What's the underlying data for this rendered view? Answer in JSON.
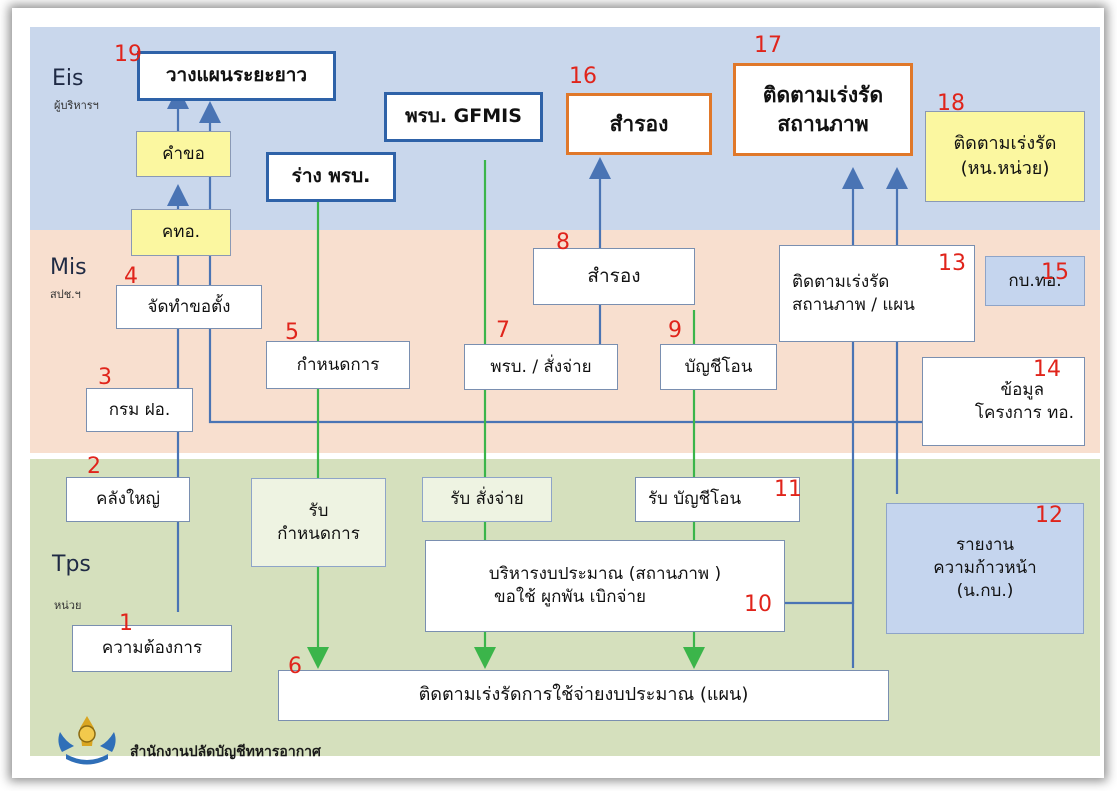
{
  "tiers": {
    "eis": {
      "name": "Eis",
      "sub": "ผู้บริหารฯ"
    },
    "mis": {
      "name": "Mis",
      "sub": "สปช.ฯ"
    },
    "tps": {
      "name": "Tps",
      "sub": "หน่วย"
    }
  },
  "boxes": {
    "b1": {
      "num": "1",
      "label": "ความต้องการ"
    },
    "b2": {
      "num": "2",
      "label": "คลังใหญ่"
    },
    "b3": {
      "num": "3",
      "label": "กรม ฝอ."
    },
    "b4": {
      "num": "4",
      "label": "จัดทำขอตั้ง"
    },
    "b5": {
      "num": "5",
      "label": "กำหนดการ"
    },
    "b6": {
      "num": "6",
      "label": "ติดตามเร่งรัดการใช้จ่ายงบประมาณ (แผน)"
    },
    "b7": {
      "num": "7",
      "label": "พรบ. / สั่งจ่าย"
    },
    "b8": {
      "num": "8",
      "label": "สำรอง"
    },
    "b9": {
      "num": "9",
      "label": "บัญชีโอน"
    },
    "b10": {
      "num": "10",
      "line1": "บริหารงบประมาณ (สถานภาพ )",
      "line2": "ขอใช้  ผูกพัน  เบิกจ่าย"
    },
    "b11": {
      "num": "11",
      "label": "รับ บัญชีโอน"
    },
    "b12": {
      "num": "12",
      "line1": "รายงาน",
      "line2": "ความก้าวหน้า",
      "line3": "(น.กบ.)"
    },
    "b13": {
      "num": "13",
      "line1": "ติดตามเร่งรัด",
      "line2": "สถานภาพ / แผน"
    },
    "b14": {
      "num": "14",
      "line1": "ข้อมูล",
      "line2": "โครงการ ทอ."
    },
    "b15": {
      "num": "15",
      "label": "กบ.ทอ."
    },
    "b16": {
      "num": "16",
      "label": "สำรอง"
    },
    "b17": {
      "num": "17",
      "line1": "ติดตามเร่งรัด",
      "line2": "สถานภาพ"
    },
    "b18": {
      "num": "18",
      "line1": "ติดตามเร่งรัด",
      "line2": "(หน.หน่วย)"
    },
    "b19": {
      "num": "19",
      "label": "วางแผนระยะยาว"
    },
    "kamkhor": {
      "label": "คำขอ"
    },
    "khortor": {
      "label": "คทอ."
    },
    "rang": {
      "label": "ร่าง พรบ."
    },
    "gfmis": {
      "label": "พรบ. GFMIS"
    },
    "rub_kamnod": {
      "line1": "รับ",
      "line2": "กำหนดการ"
    },
    "rub_sangjai": {
      "label": "รับ สั่งจ่าย"
    }
  },
  "organization": "สำนักงานปลัดบัญชีทหารอากาศ",
  "colors": {
    "eis_band": "#c9d7ec",
    "mis_band": "#f8dfcf",
    "tps_band": "#d5e0bd",
    "blue_arrow": "#4a74b4",
    "green_arrow": "#3bb54a",
    "number": "#e0241b",
    "yellow_box": "#fbf7a0",
    "orange_border": "#e0782a"
  }
}
